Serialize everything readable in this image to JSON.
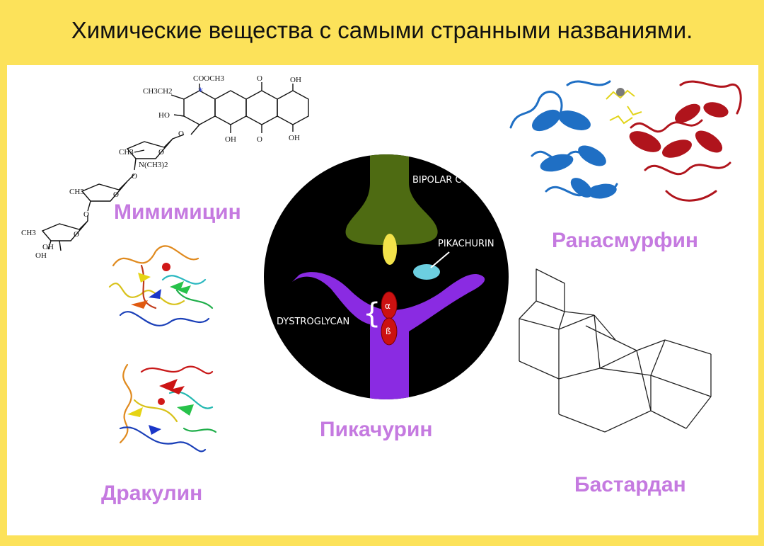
{
  "title": "Химические вещества с самыми странными названиями.",
  "compounds": {
    "mimimicin": {
      "name": "Мимимицин"
    },
    "drakulin": {
      "name": "Дракулин"
    },
    "pikachurin": {
      "name": "Пикачурин"
    },
    "ranasmurfin": {
      "name": "Ранасмурфин"
    },
    "bastardan": {
      "name": "Бастардан"
    }
  },
  "diagram_labels": {
    "bipolar": "BIPOLAR C",
    "pikachurin": "PIKACHURIN",
    "dystroglycan": "DYSTROGLYCAN",
    "alpha": "α",
    "beta": "ß"
  },
  "molecule_labels": {
    "cooch3": "COOCH3",
    "ch3ch2": "CH3CH2",
    "ho": "HO",
    "oh_top": "OH",
    "oh_mid": "OH",
    "oh_right": "OH",
    "o_top": "O",
    "o_bottom": "O",
    "o_ring1": "O",
    "o_link1": "O",
    "ch3_a": "CH3",
    "nch3": "N(CH3)2",
    "o_ring2": "O",
    "o_link2": "O",
    "ch3_b": "CH3",
    "o_ring3": "O",
    "o_link3": "O",
    "ch3_c": "CH3",
    "oh_a": "OH",
    "oh_b": "OH",
    "star": "*"
  },
  "colors": {
    "background": "#fce25a",
    "panel": "#ffffff",
    "label": "#c57ae0",
    "diagram_bg": "#000000",
    "bipolar_cell": "#4e6b12",
    "dystroglycan": "#8a2be2",
    "pikachurin_blob": "#6ccfe0",
    "yellow_oval": "#f2e24a",
    "alpha_beta": "#cc1111",
    "protein_blue": "#1f6fc4",
    "protein_red": "#b0141c"
  }
}
